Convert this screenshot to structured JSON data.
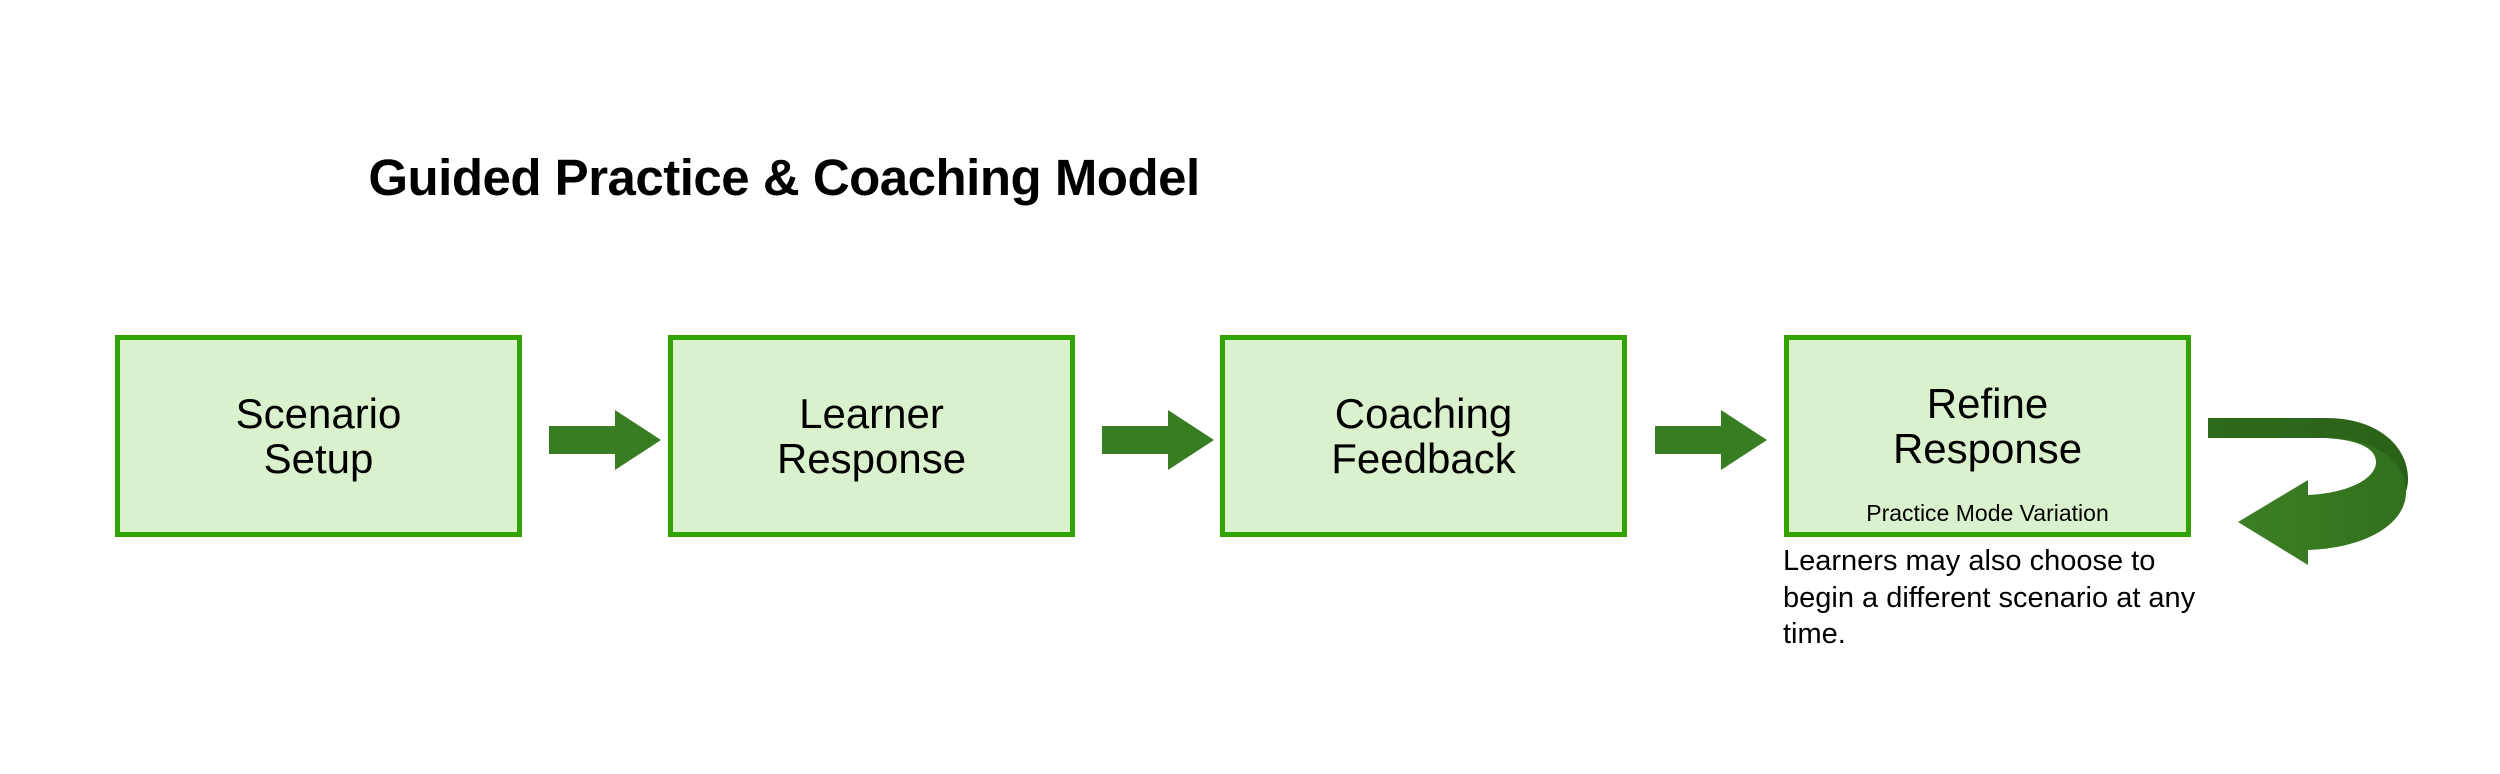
{
  "diagram": {
    "title": "Guided Practice & Coaching Model",
    "type": "linear-process-flow-with-loopback",
    "background_color": "#ffffff",
    "palette": {
      "node_fill": "#d9f2cd",
      "node_border": "#33a302",
      "arrow_fill": "#387d21",
      "loop_arrow_dark": "#2f6b1b",
      "text_color": "#000000"
    },
    "nodes": [
      {
        "id": "scenario-setup",
        "label": "Scenario\nSetup",
        "sublabel": ""
      },
      {
        "id": "learner-response",
        "label": "Learner\nResponse",
        "sublabel": ""
      },
      {
        "id": "coaching-feedback",
        "label": "Coaching\nFeedback",
        "sublabel": ""
      },
      {
        "id": "refine-response",
        "label": "Refine\nResponse",
        "sublabel": "Practice Mode Variation"
      }
    ],
    "connectors": [
      {
        "id": "arrow-1",
        "from": "scenario-setup",
        "to": "learner-response",
        "shape": "right-block-arrow"
      },
      {
        "id": "arrow-2",
        "from": "learner-response",
        "to": "coaching-feedback",
        "shape": "right-block-arrow"
      },
      {
        "id": "arrow-3",
        "from": "coaching-feedback",
        "to": "refine-response",
        "shape": "right-block-arrow"
      },
      {
        "id": "loop-arrow",
        "from": "refine-response",
        "to": "refine-response",
        "shape": "u-turn-curved-arrow"
      }
    ],
    "note": "Learners may also choose to begin a different scenario at any time."
  }
}
